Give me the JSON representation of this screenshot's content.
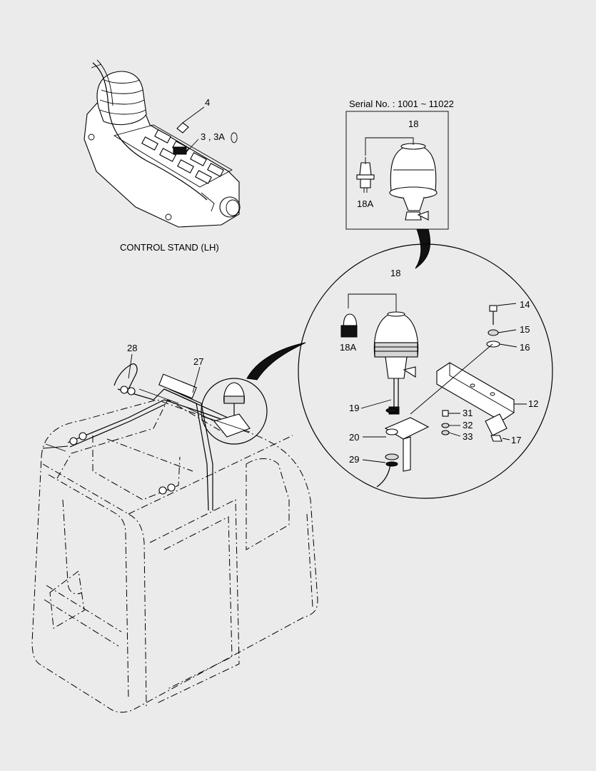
{
  "labels": {
    "serial_no": "Serial No. : 1001 ~ 11022",
    "control_stand": "CONTROL STAND (LH)",
    "p4": "4",
    "p3_3a": "3 , 3A",
    "p18_top": "18",
    "p18a_top": "18A",
    "p18_circle": "18",
    "p18a_circle": "18A",
    "p14": "14",
    "p15": "15",
    "p16": "16",
    "p12": "12",
    "p19": "19",
    "p31": "31",
    "p32": "32",
    "p33": "33",
    "p20": "20",
    "p17": "17",
    "p29": "29",
    "p28": "28",
    "p27": "27"
  }
}
